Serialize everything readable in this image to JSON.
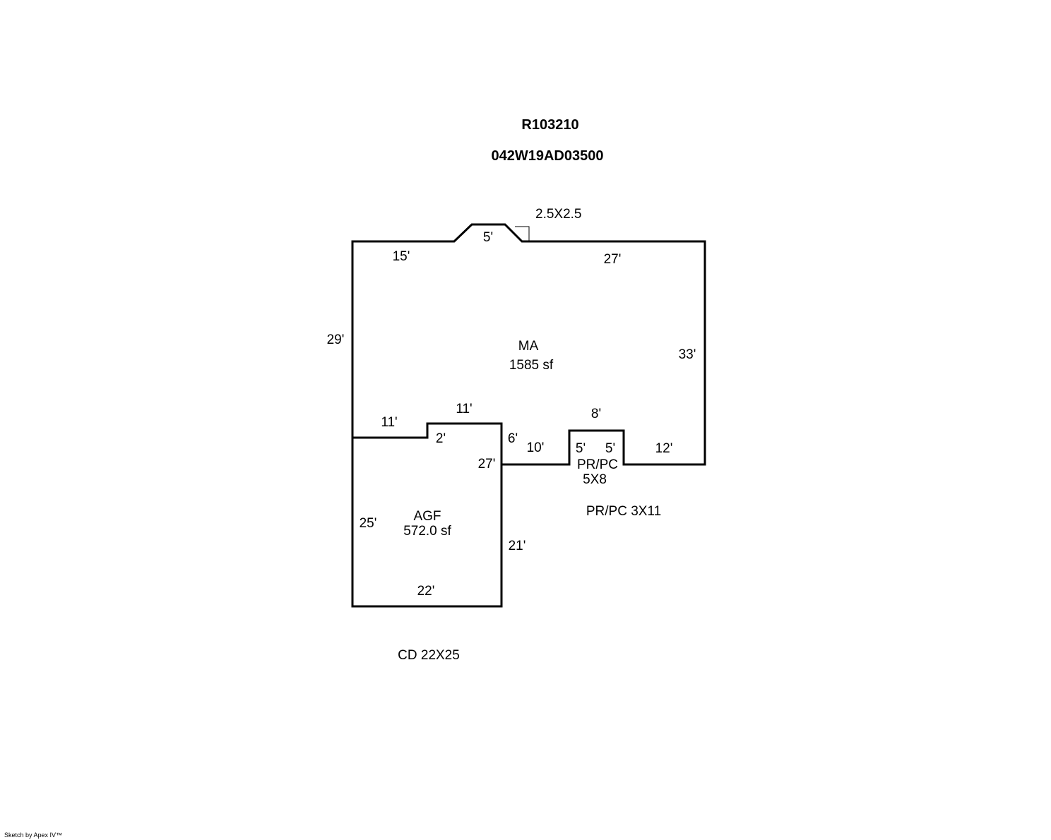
{
  "header": {
    "account_id": "R103210",
    "map_tax_lot": "042W19AD03500"
  },
  "main_area": {
    "code": "MA",
    "area": "1585 sf",
    "dims": {
      "top_left": "15'",
      "top_notch": "5'",
      "top_right": "27'",
      "left": "29'",
      "right": "33'",
      "bottom_left": "11'",
      "step_top": "11'",
      "step_drop": "2'",
      "step_right": "6'",
      "bottom_mid": "10'",
      "porch_top": "8'",
      "porch_left": "5'",
      "porch_right": "5'",
      "bottom_right": "12'"
    }
  },
  "notch_note": "2.5X2.5",
  "garage": {
    "code": "AGF",
    "area": "572.0 sf",
    "dims": {
      "top": "27'",
      "left": "25'",
      "right": "21'",
      "bottom": "22'"
    }
  },
  "porch": {
    "code": "PR/PC",
    "size": "5X8"
  },
  "notes": {
    "porch_extra": "PR/PC 3X11",
    "deck": "CD 22X25"
  },
  "footer": "Sketch by Apex IV™"
}
